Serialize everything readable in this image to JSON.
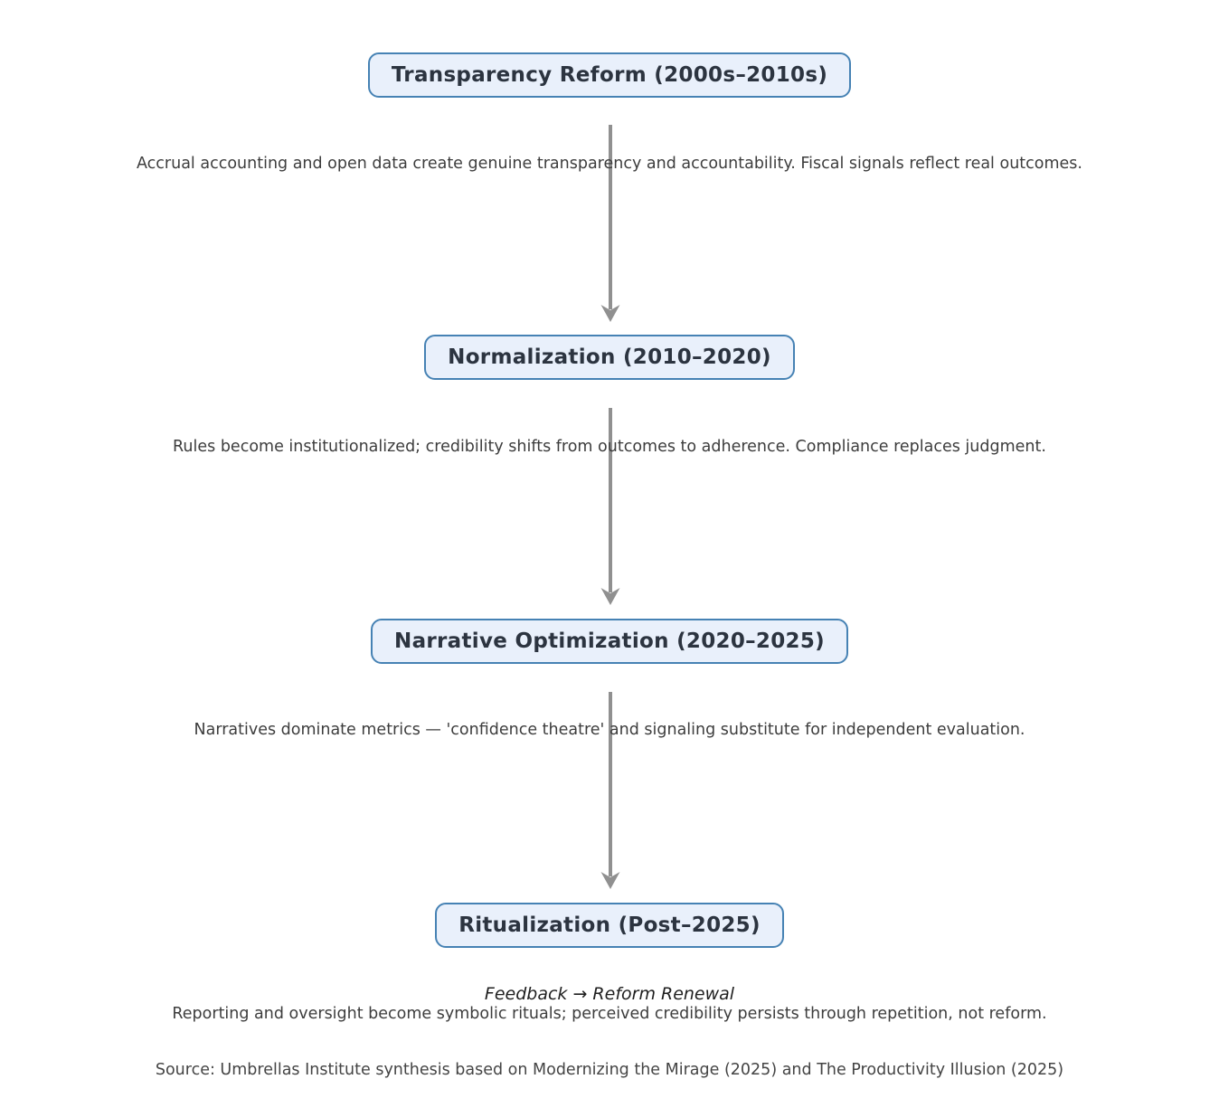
{
  "diagram": {
    "stages": [
      {
        "title": "Transparency Reform (2000s–2010s)",
        "description": "Accrual accounting and open data create genuine transparency and accountability. Fiscal signals reflect real outcomes."
      },
      {
        "title": "Normalization (2010–2020)",
        "description": "Rules become institutionalized; credibility shifts from outcomes to adherence. Compliance replaces judgment."
      },
      {
        "title": "Narrative Optimization (2020–2025)",
        "description": "Narratives dominate metrics — 'confidence theatre' and signaling substitute for independent evaluation."
      },
      {
        "title": "Ritualization (Post–2025)",
        "description": "Reporting and oversight become symbolic rituals; perceived credibility persists through repetition, not reform."
      }
    ],
    "feedback_label": "Feedback → Reform Renewal",
    "source": "Source: Umbrellas Institute synthesis based on Modernizing the Mirage (2025) and The Productivity Illusion (2025)",
    "colors": {
      "box_fill": "#e9f0fb",
      "box_border": "#4682b4",
      "title_text": "#2c3440",
      "body_text": "#3d3d3d",
      "arrow": "#909090"
    }
  }
}
